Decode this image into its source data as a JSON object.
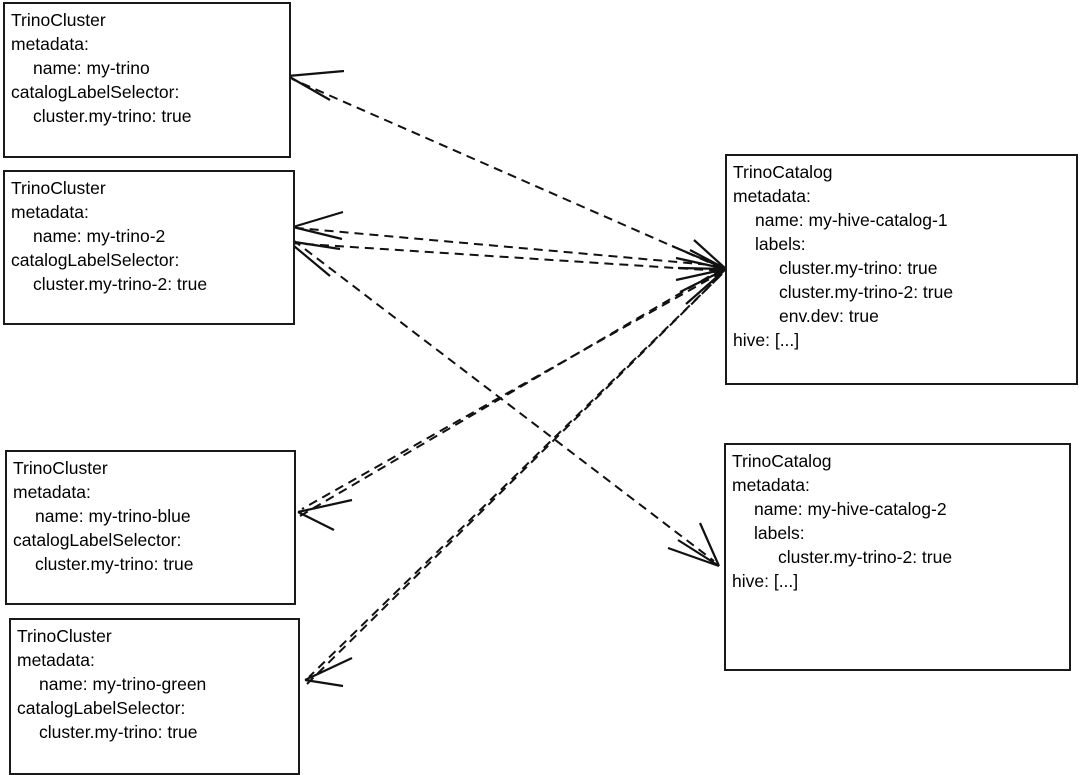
{
  "diagram": {
    "title": "TrinoCluster / TrinoCatalog label selector relationships",
    "background": "#ffffff",
    "stroke_color": "#111111",
    "nodes": [
      {
        "id": "cluster-my-trino",
        "kind": "TrinoCluster",
        "lines": [
          {
            "text": "TrinoCluster",
            "indent": 0
          },
          {
            "text": "metadata:",
            "indent": 0
          },
          {
            "text": "name: my-trino",
            "indent": 1
          },
          {
            "text": "catalogLabelSelector:",
            "indent": 0
          },
          {
            "text": "cluster.my-trino: true",
            "indent": 1
          }
        ]
      },
      {
        "id": "cluster-my-trino-2",
        "kind": "TrinoCluster",
        "lines": [
          {
            "text": "TrinoCluster",
            "indent": 0
          },
          {
            "text": "metadata:",
            "indent": 0
          },
          {
            "text": "name: my-trino-2",
            "indent": 1
          },
          {
            "text": "catalogLabelSelector:",
            "indent": 0
          },
          {
            "text": "cluster.my-trino-2: true",
            "indent": 1
          }
        ]
      },
      {
        "id": "cluster-my-trino-blue",
        "kind": "TrinoCluster",
        "lines": [
          {
            "text": "TrinoCluster",
            "indent": 0
          },
          {
            "text": "metadata:",
            "indent": 0
          },
          {
            "text": "name: my-trino-blue",
            "indent": 1
          },
          {
            "text": "catalogLabelSelector:",
            "indent": 0
          },
          {
            "text": "cluster.my-trino: true",
            "indent": 1
          }
        ]
      },
      {
        "id": "cluster-my-trino-green",
        "kind": "TrinoCluster",
        "lines": [
          {
            "text": "TrinoCluster",
            "indent": 0
          },
          {
            "text": "metadata:",
            "indent": 0
          },
          {
            "text": "name: my-trino-green",
            "indent": 1
          },
          {
            "text": "catalogLabelSelector:",
            "indent": 0
          },
          {
            "text": "cluster.my-trino: true",
            "indent": 1
          }
        ]
      },
      {
        "id": "catalog-my-hive-catalog-1",
        "kind": "TrinoCatalog",
        "lines": [
          {
            "text": "TrinoCatalog",
            "indent": 0
          },
          {
            "text": "metadata:",
            "indent": 0
          },
          {
            "text": "name: my-hive-catalog-1",
            "indent": 1
          },
          {
            "text": "labels:",
            "indent": 1
          },
          {
            "text": "cluster.my-trino: true",
            "indent": 2
          },
          {
            "text": "cluster.my-trino-2: true",
            "indent": 2
          },
          {
            "text": "env.dev: true",
            "indent": 2
          },
          {
            "text": "hive: [...]",
            "indent": 0
          }
        ]
      },
      {
        "id": "catalog-my-hive-catalog-2",
        "kind": "TrinoCatalog",
        "lines": [
          {
            "text": "TrinoCatalog",
            "indent": 0
          },
          {
            "text": "metadata:",
            "indent": 0
          },
          {
            "text": "name: my-hive-catalog-2",
            "indent": 1
          },
          {
            "text": "labels:",
            "indent": 1
          },
          {
            "text": "cluster.my-trino-2: true",
            "indent": 2
          },
          {
            "text": "hive: [...]",
            "indent": 0
          }
        ]
      }
    ],
    "edges": [
      {
        "from": "catalog-my-hive-catalog-1",
        "to": "cluster-my-trino",
        "style": "dashed",
        "arrow": "target"
      },
      {
        "from": "catalog-my-hive-catalog-1",
        "to": "cluster-my-trino-2",
        "style": "dashed",
        "arrow": "target"
      },
      {
        "from": "catalog-my-hive-catalog-1",
        "to": "cluster-my-trino-blue",
        "style": "dashed",
        "arrow": "target"
      },
      {
        "from": "catalog-my-hive-catalog-1",
        "to": "cluster-my-trino-green",
        "style": "dashed",
        "arrow": "target"
      },
      {
        "from": "cluster-my-trino-2",
        "to": "catalog-my-hive-catalog-1",
        "style": "dashed",
        "arrow": "target"
      },
      {
        "from": "cluster-my-trino-blue",
        "to": "catalog-my-hive-catalog-1",
        "style": "dashed",
        "arrow": "target"
      },
      {
        "from": "cluster-my-trino-green",
        "to": "catalog-my-hive-catalog-1",
        "style": "dashed",
        "arrow": "target"
      },
      {
        "from": "cluster-my-trino-2",
        "to": "catalog-my-hive-catalog-2",
        "style": "dashed",
        "arrow": "target"
      }
    ]
  }
}
